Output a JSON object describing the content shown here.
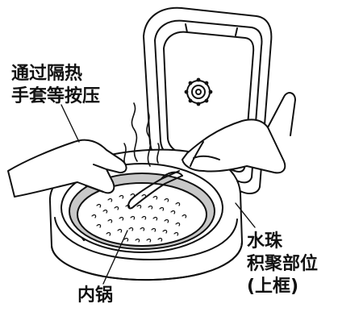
{
  "labels": {
    "gloves_line1": "通过隔热",
    "gloves_line2": "手套等按压",
    "droplets_line1": "水珠",
    "droplets_line2": "积聚部位",
    "droplets_line3": "(上框)",
    "inner_pot": "内锅"
  },
  "colors": {
    "ink": "#111111",
    "fill": "#ffffff",
    "pot_shade": "#c8c8c8"
  }
}
